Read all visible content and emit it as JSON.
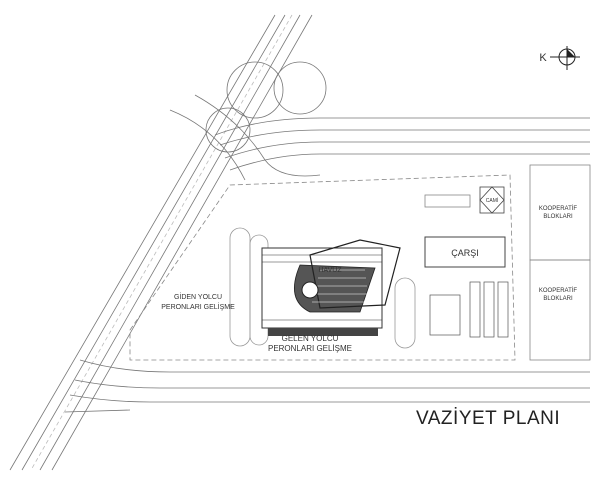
{
  "title": "VAZİYET PLANI",
  "compass": {
    "label": "K"
  },
  "labels": {
    "giden_line1": "GİDEN YOLCU",
    "giden_line2": "PERONLARI GELİŞME",
    "gelen_line1": "GELEN YOLCU",
    "gelen_line2": "PERONLARI GELİŞME",
    "havuz": "HAVUZ",
    "carsi": "ÇARŞI",
    "cami": "CAMİ",
    "koop1_line1": "KOOPERATİF",
    "koop1_line2": "BLOKLARI",
    "koop2_line1": "KOOPERATİF",
    "koop2_line2": "BLOKLARI"
  }
}
